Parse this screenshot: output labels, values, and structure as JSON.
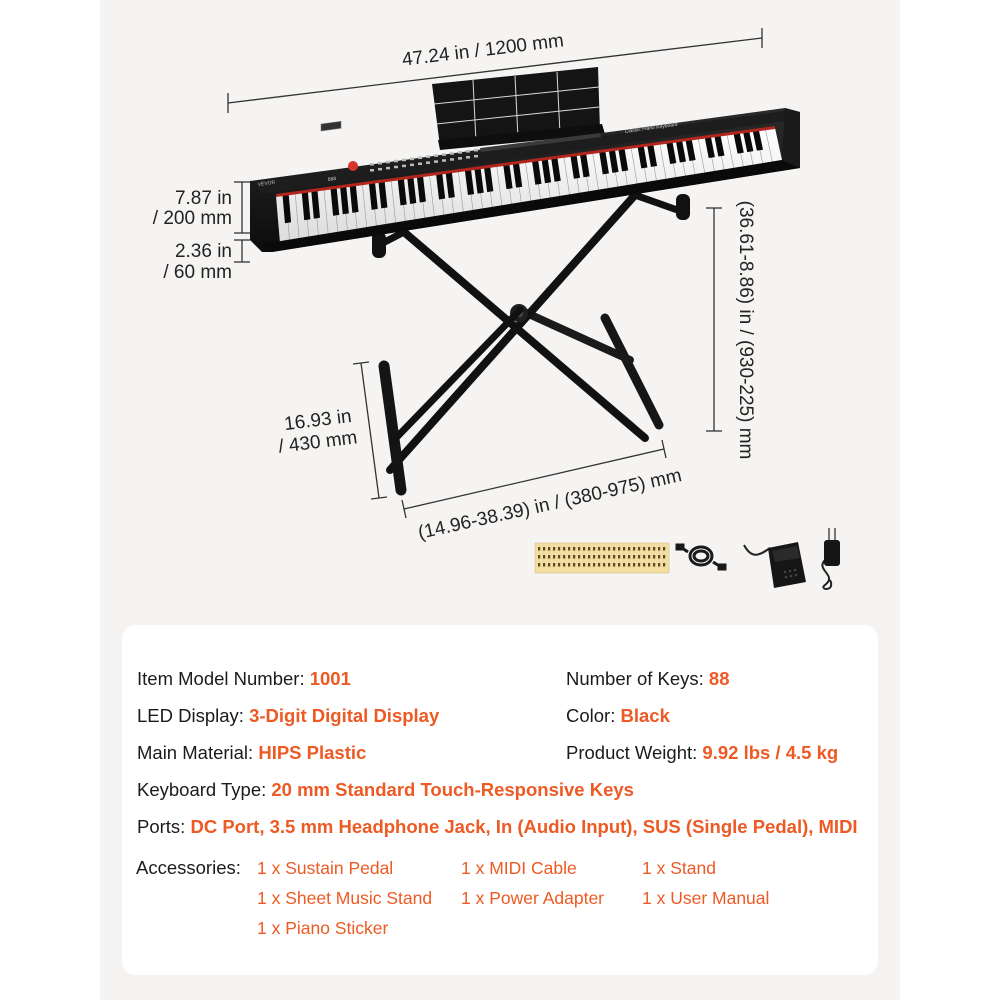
{
  "dimensions": {
    "width": "47.24 in / 1200 mm",
    "height_top": [
      "7.87 in",
      "/ 200 mm"
    ],
    "thickness": [
      "2.36 in",
      "/ 60 mm"
    ],
    "stand_leg": [
      "16.93 in",
      "/ 430 mm"
    ],
    "stand_width": "(14.96-38.39) in / (380-975) mm",
    "stand_height": "(36.61-8.86) in / (930-225) mm"
  },
  "keyboard": {
    "brand": "VEVOR",
    "display_digits": "888",
    "center_text": "Classic Piano Keyboard"
  },
  "accent_color": "#ee5a24",
  "specs": {
    "model_label": "Item Model Number: ",
    "model_value": "1001",
    "keys_label": "Number of Keys: ",
    "keys_value": "88",
    "led_label": "LED Display: ",
    "led_value": "3-Digit Digital Display",
    "color_label": "Color: ",
    "color_value": "Black",
    "material_label": "Main Material: ",
    "material_value": "HIPS Plastic",
    "weight_label": "Product Weight: ",
    "weight_value": "9.92 lbs / 4.5 kg",
    "kbtype_label": "Keyboard Type: ",
    "kbtype_value": "20 mm Standard Touch-Responsive Keys",
    "ports_label": "Ports: ",
    "ports_value": "DC Port, 3.5 mm Headphone Jack, In (Audio Input), SUS (Single Pedal), MIDI"
  },
  "accessories": {
    "label": "Accessories:",
    "items": [
      "1 x Sustain Pedal",
      "1 x MIDI Cable",
      "1 x Stand",
      "1 x Sheet Music Stand",
      "1 x Power Adapter",
      "1 x User Manual",
      "1 x Piano Sticker"
    ]
  }
}
